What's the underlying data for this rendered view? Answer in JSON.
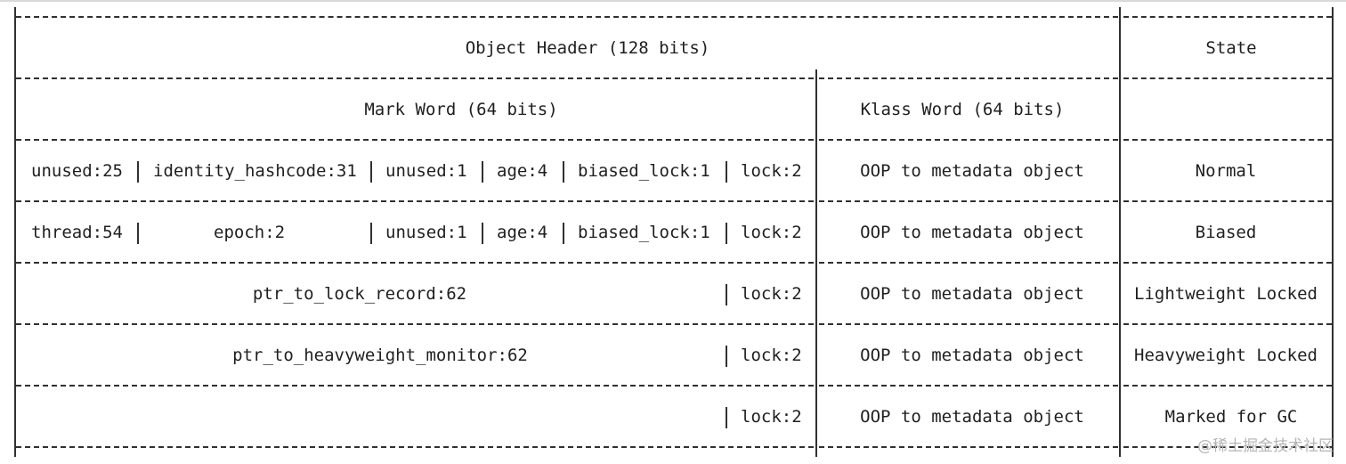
{
  "header": {
    "object_header": "Object Header (128 bits)",
    "state": "State",
    "mark_word": "Mark Word (64 bits)",
    "klass_word": "Klass Word (64 bits)"
  },
  "rows": [
    {
      "segments": [
        "unused:25",
        "identity_hashcode:31",
        "unused:1",
        "age:4",
        "biased_lock:1"
      ],
      "lock": "lock:2",
      "klass": "OOP to metadata object",
      "state": "Normal"
    },
    {
      "segments": [
        "thread:54",
        "epoch:2",
        "unused:1",
        "age:4",
        "biased_lock:1"
      ],
      "lock": "lock:2",
      "klass": "OOP to metadata object",
      "state": "Biased"
    },
    {
      "field": "ptr_to_lock_record:62",
      "lock": "lock:2",
      "klass": "OOP to metadata object",
      "state": "Lightweight Locked"
    },
    {
      "field": "ptr_to_heavyweight_monitor:62",
      "lock": "lock:2",
      "klass": "OOP to metadata object",
      "state": "Heavyweight Locked"
    },
    {
      "field": "",
      "lock": "lock:2",
      "klass": "OOP to metadata object",
      "state": "Marked for GC"
    }
  ],
  "watermark": "@稀土掘金技术社区"
}
